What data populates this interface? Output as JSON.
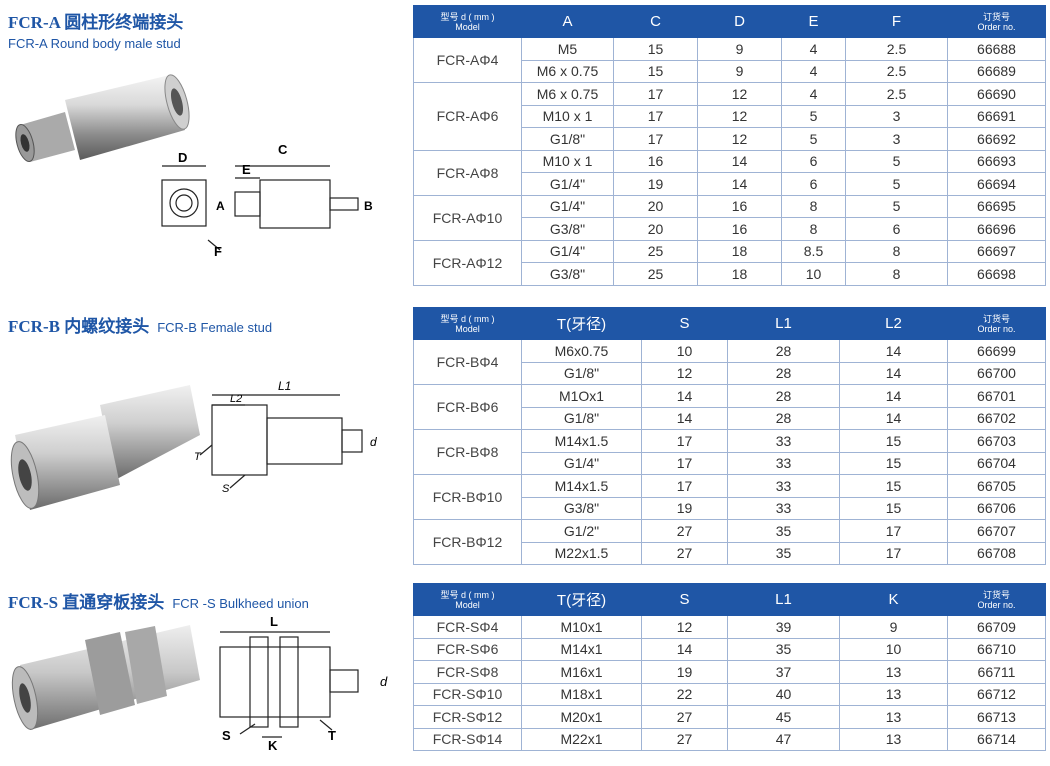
{
  "sections": {
    "a": {
      "title_cn": "FCR-A 圆柱形终端接头",
      "title_en": "FCR-A Round body male stud",
      "dims": {
        "d": "D",
        "e": "E",
        "c": "C",
        "a": "A",
        "b": "B",
        "f": "F"
      },
      "headers": {
        "model_cn": "型号 d ( mm )",
        "model_en": "Model",
        "cols": [
          "A",
          "C",
          "D",
          "E",
          "F"
        ],
        "order_cn": "订货号",
        "order_en": "Order no."
      },
      "groups": [
        {
          "model": "FCR-AΦ4",
          "rows": [
            [
              "M5",
              "15",
              "9",
              "4",
              "2.5",
              "66688"
            ],
            [
              "M6 x 0.75",
              "15",
              "9",
              "4",
              "2.5",
              "66689"
            ]
          ]
        },
        {
          "model": "FCR-AΦ6",
          "rows": [
            [
              "M6 x 0.75",
              "17",
              "12",
              "4",
              "2.5",
              "66690"
            ],
            [
              "M10 x 1",
              "17",
              "12",
              "5",
              "3",
              "66691"
            ],
            [
              "G1/8\"",
              "17",
              "12",
              "5",
              "3",
              "66692"
            ]
          ]
        },
        {
          "model": "FCR-AΦ8",
          "rows": [
            [
              "M10 x 1",
              "16",
              "14",
              "6",
              "5",
              "66693"
            ],
            [
              "G1/4\"",
              "19",
              "14",
              "6",
              "5",
              "66694"
            ]
          ]
        },
        {
          "model": "FCR-AΦ10",
          "rows": [
            [
              "G1/4\"",
              "20",
              "16",
              "8",
              "5",
              "66695"
            ],
            [
              "G3/8\"",
              "20",
              "16",
              "8",
              "6",
              "66696"
            ]
          ]
        },
        {
          "model": "FCR-AΦ12",
          "rows": [
            [
              "G1/4\"",
              "25",
              "18",
              "8.5",
              "8",
              "66697"
            ],
            [
              "G3/8\"",
              "25",
              "18",
              "10",
              "8",
              "66698"
            ]
          ]
        }
      ]
    },
    "b": {
      "title_cn": "FCR-B 内螺纹接头",
      "title_en": "FCR-B Female stud",
      "dims": {
        "l1": "L1",
        "l2": "L2",
        "t": "T",
        "s": "S",
        "d": "d"
      },
      "headers": {
        "model_cn": "型号 d ( mm )",
        "model_en": "Model",
        "cols": [
          "T(牙径)",
          "S",
          "L1",
          "L2"
        ],
        "order_cn": "订货号",
        "order_en": "Order no."
      },
      "groups": [
        {
          "model": "FCR-BΦ4",
          "rows": [
            [
              "M6x0.75",
              "10",
              "28",
              "14",
              "66699"
            ],
            [
              "G1/8\"",
              "12",
              "28",
              "14",
              "66700"
            ]
          ]
        },
        {
          "model": "FCR-BΦ6",
          "rows": [
            [
              "M1Ox1",
              "14",
              "28",
              "14",
              "66701"
            ],
            [
              "G1/8\"",
              "14",
              "28",
              "14",
              "66702"
            ]
          ]
        },
        {
          "model": "FCR-BΦ8",
          "rows": [
            [
              "M14x1.5",
              "17",
              "33",
              "15",
              "66703"
            ],
            [
              "G1/4\"",
              "17",
              "33",
              "15",
              "66704"
            ]
          ]
        },
        {
          "model": "FCR-BΦ10",
          "rows": [
            [
              "M14x1.5",
              "17",
              "33",
              "15",
              "66705"
            ],
            [
              "G3/8\"",
              "19",
              "33",
              "15",
              "66706"
            ]
          ]
        },
        {
          "model": "FCR-BΦ12",
          "rows": [
            [
              "G1/2\"",
              "27",
              "35",
              "17",
              "66707"
            ],
            [
              "M22x1.5",
              "27",
              "35",
              "17",
              "66708"
            ]
          ]
        }
      ]
    },
    "s": {
      "title_cn": "FCR-S 直通穿板接头",
      "title_en": "FCR -S Bulkheed union",
      "dims": {
        "l": "L",
        "s": "S",
        "k": "K",
        "t": "T",
        "d": "d"
      },
      "headers": {
        "model_cn": "型号 d ( mm )",
        "model_en": "Model",
        "cols": [
          "T(牙径)",
          "S",
          "L1",
          "K"
        ],
        "order_cn": "订货号",
        "order_en": "Order no."
      },
      "rows": [
        [
          "FCR-SΦ4",
          "M10x1",
          "12",
          "39",
          "9",
          "66709"
        ],
        [
          "FCR-SΦ6",
          "M14x1",
          "14",
          "35",
          "10",
          "66710"
        ],
        [
          "FCR-SΦ8",
          "M16x1",
          "19",
          "37",
          "13",
          "66711"
        ],
        [
          "FCR-SΦ10",
          "M18x1",
          "22",
          "40",
          "13",
          "66712"
        ],
        [
          "FCR-SΦ12",
          "M20x1",
          "27",
          "45",
          "13",
          "66713"
        ],
        [
          "FCR-SΦ14",
          "M22x1",
          "27",
          "47",
          "13",
          "66714"
        ]
      ]
    }
  },
  "colors": {
    "header_bg": "#1f56a6",
    "title": "#1f56a6",
    "border": "#9fb3d4"
  }
}
